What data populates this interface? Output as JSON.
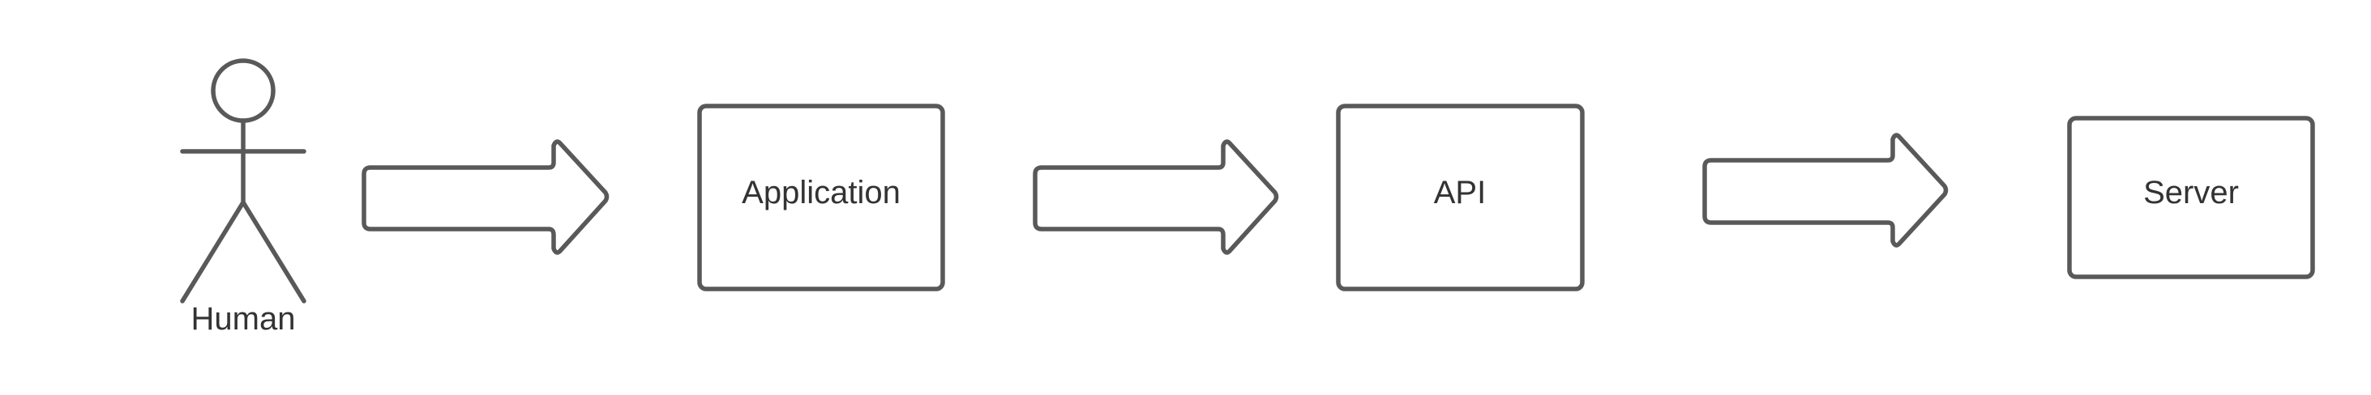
{
  "diagram": {
    "actor": {
      "label": "Human",
      "icon": "stick-figure-icon"
    },
    "nodes": [
      {
        "id": "application",
        "label": "Application"
      },
      {
        "id": "api",
        "label": "API"
      },
      {
        "id": "server",
        "label": "Server"
      }
    ],
    "edges": [
      {
        "from": "human",
        "to": "application",
        "icon": "block-arrow-right-icon"
      },
      {
        "from": "application",
        "to": "api",
        "icon": "block-arrow-right-icon"
      },
      {
        "from": "api",
        "to": "server",
        "icon": "block-arrow-right-icon"
      }
    ],
    "colors": {
      "stroke": "#595959",
      "text": "#333333",
      "background": "#ffffff"
    }
  }
}
